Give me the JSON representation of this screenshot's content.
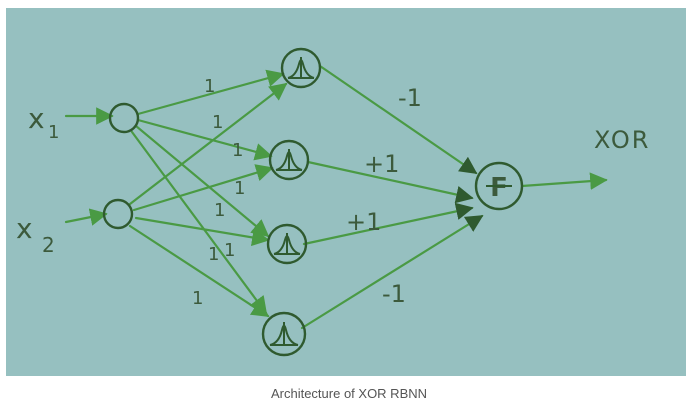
{
  "diagram": {
    "inputs": [
      {
        "label": "x",
        "sub": "1"
      },
      {
        "label": "x",
        "sub": "2"
      }
    ],
    "weights_input_to_hidden": [
      "1",
      "1",
      "1",
      "1",
      "1",
      "1",
      "1",
      "1"
    ],
    "weights_hidden_to_output": [
      "-1",
      "+1",
      "+1",
      "-1"
    ],
    "output_node_symbol": "F",
    "output_label": "XOR"
  },
  "caption": "Architecture of XOR RBNN",
  "colors": {
    "background": "#96c0c0",
    "ink_dark": "#2f5a2f",
    "ink_green": "#4a9a44"
  }
}
